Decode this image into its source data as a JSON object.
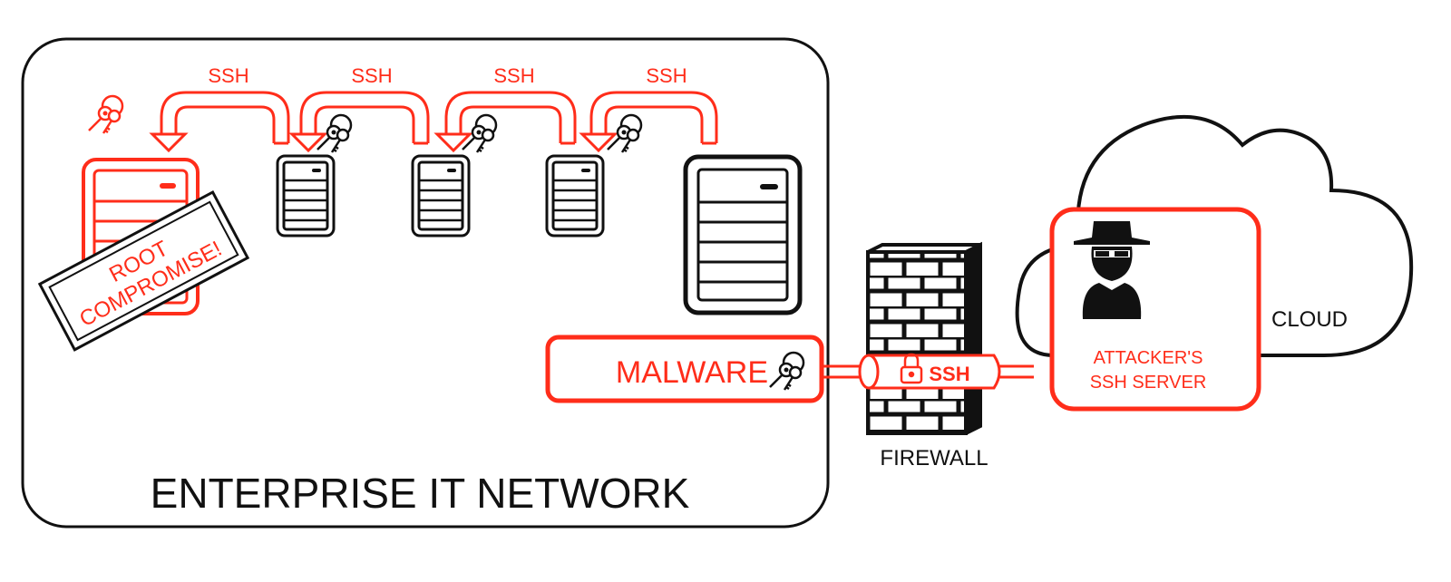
{
  "colors": {
    "accent": "#ff2d1a",
    "ink": "#111111",
    "background": "#ffffff"
  },
  "network": {
    "label": "ENTERPRISE IT NETWORK"
  },
  "hops": [
    {
      "protocol": "SSH"
    },
    {
      "protocol": "SSH"
    },
    {
      "protocol": "SSH"
    },
    {
      "protocol": "SSH"
    }
  ],
  "compromised_server": {
    "stamp_line1": "ROOT",
    "stamp_line2": "COMPROMISE!"
  },
  "malware": {
    "label": "MALWARE"
  },
  "tunnel": {
    "label": "SSH"
  },
  "firewall": {
    "label": "FIREWALL"
  },
  "cloud": {
    "label": "CLOUD"
  },
  "attacker": {
    "label_line1": "ATTACKER'S",
    "label_line2": "SSH SERVER"
  },
  "icons": [
    "keys-icon",
    "server-icon",
    "lock-icon",
    "firewall-icon",
    "cloud-icon",
    "hacker-icon"
  ]
}
